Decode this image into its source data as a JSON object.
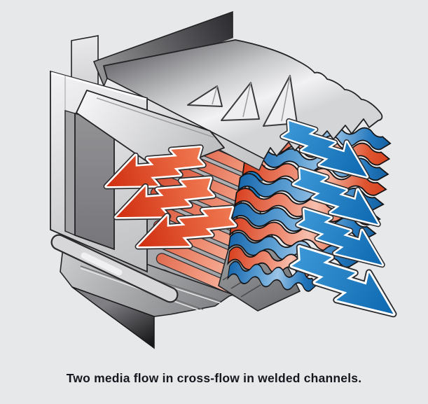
{
  "figure": {
    "caption": "Two media flow in cross-flow in welded channels.",
    "description": "Cutaway illustration of a welded plate heat exchanger block",
    "red_arrow_count": 3,
    "blue_arrow_count": 4
  },
  "colors": {
    "background": "#e7e8ea",
    "hot_medium": "#dd4b2b",
    "hot_medium_dark": "#d02e0f",
    "hot_medium_light": "#f6b6a2",
    "cold_medium": "#1b7ec5",
    "cold_medium_dark": "#0e68b0",
    "cold_medium_light": "#9cc4e6",
    "arrow_outline": "#ffffff",
    "outline": "#232326",
    "metal_light": "#f2f2f4",
    "metal_dark": "#2b2b2e",
    "caption_text": "#17171f"
  }
}
